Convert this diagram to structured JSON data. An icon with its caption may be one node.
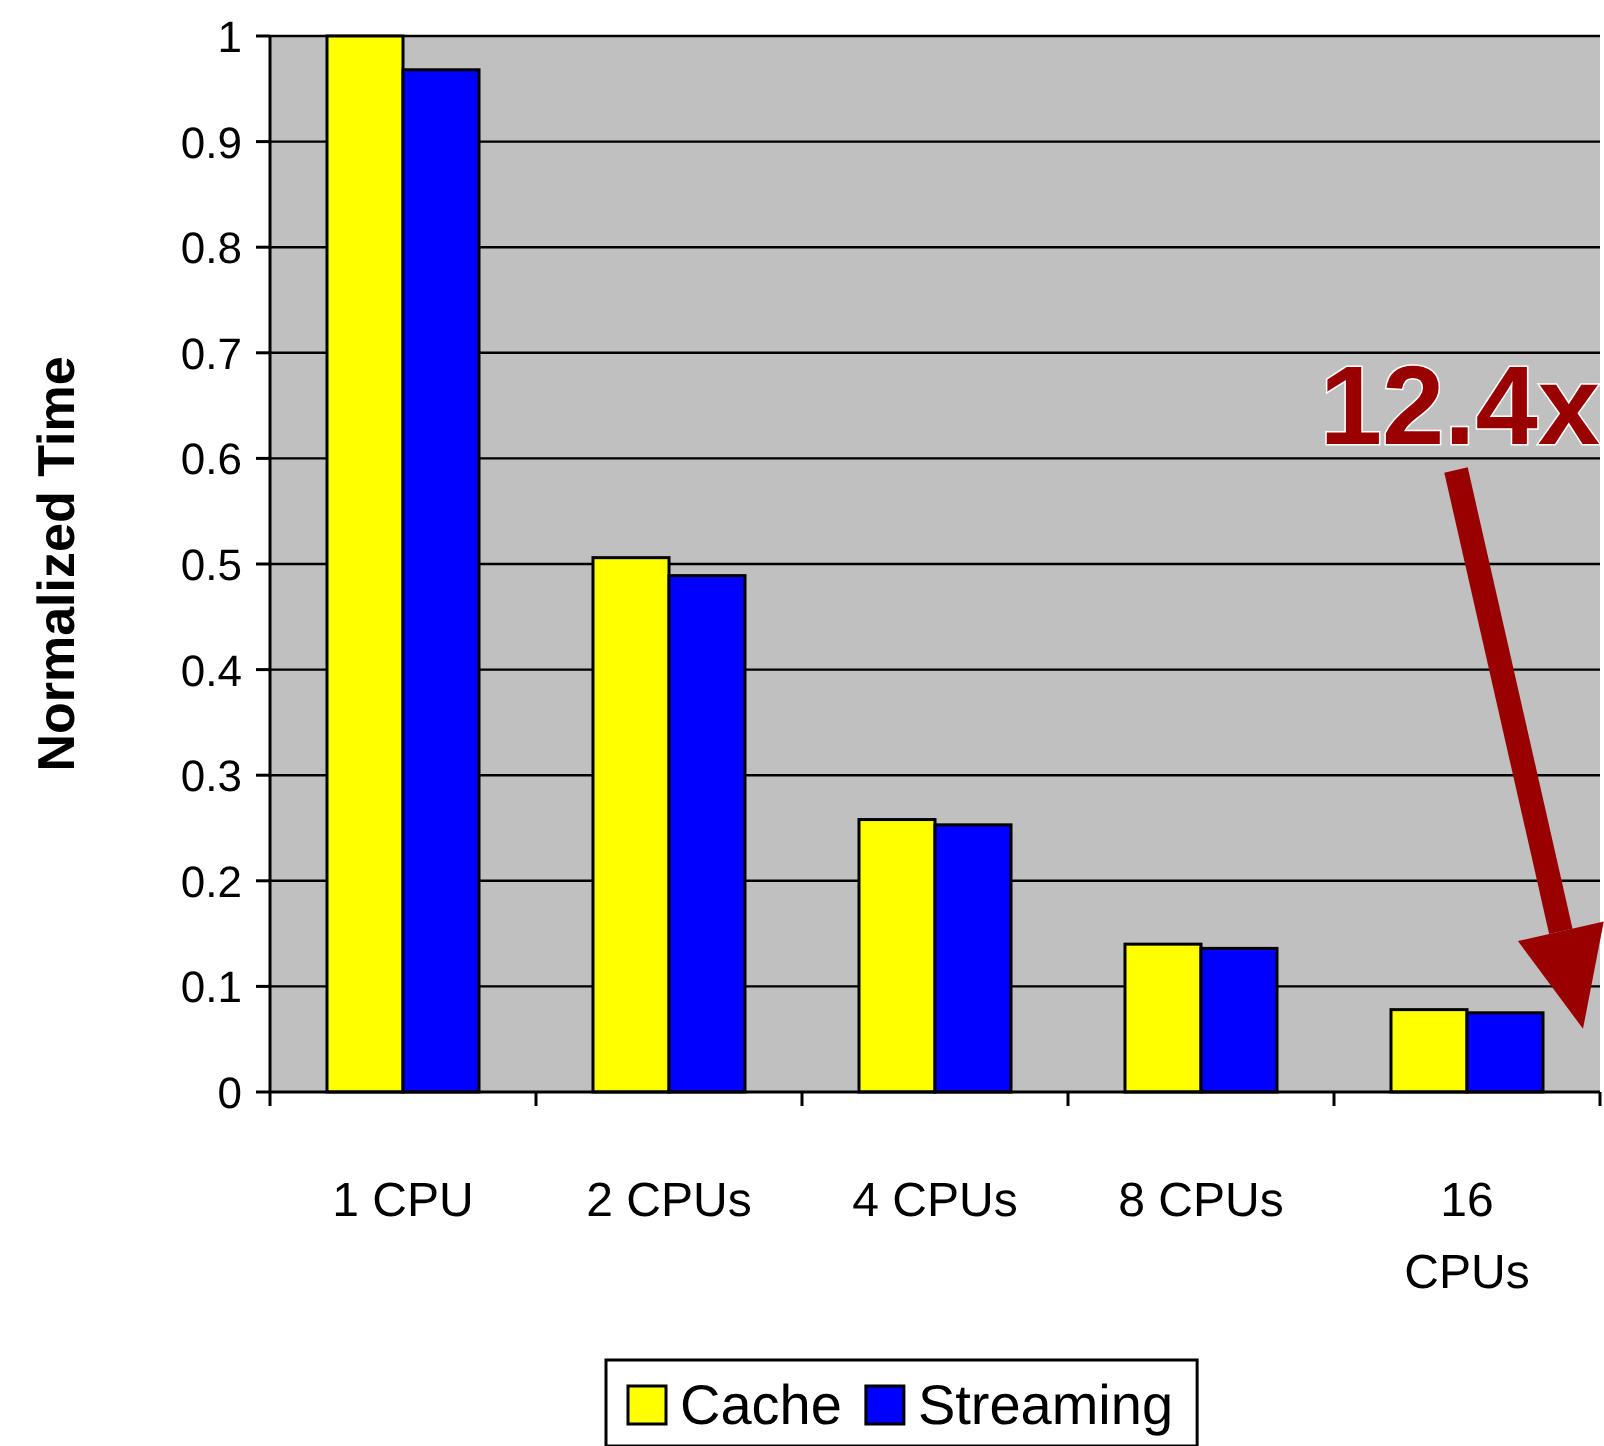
{
  "diagram": {
    "chart_data": {
      "type": "bar",
      "ylabel": "Normalized Time",
      "categories": [
        "1 CPU",
        "2 CPUs",
        "4 CPUs",
        "8 CPUs",
        "16 CPUs"
      ],
      "series": [
        {
          "name": "Cache",
          "color": "#ffff00",
          "values": [
            1.0,
            0.506,
            0.258,
            0.14,
            0.078
          ]
        },
        {
          "name": "Streaming",
          "color": "#0000ff",
          "values": [
            0.968,
            0.489,
            0.253,
            0.136,
            0.075
          ]
        }
      ],
      "ylim": [
        0,
        1
      ],
      "yticks": [
        0,
        0.1,
        0.2,
        0.3,
        0.4,
        0.5,
        0.6,
        0.7,
        0.8,
        0.9,
        1
      ],
      "grid": true,
      "legend": true,
      "annotations": [
        {
          "text": "12.4x"
        }
      ]
    }
  }
}
